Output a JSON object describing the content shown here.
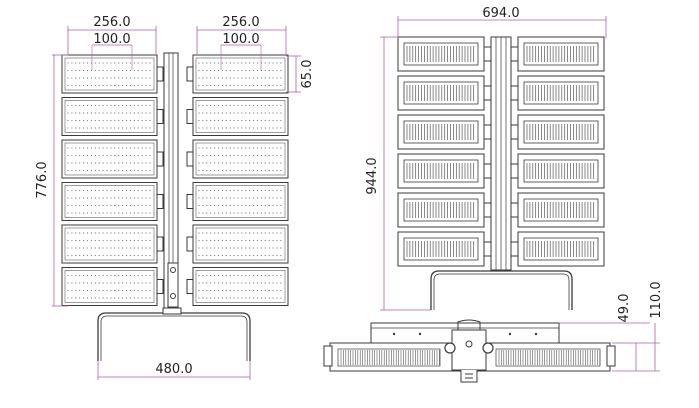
{
  "front_view": {
    "module_width": "256.0",
    "inner_width": "100.0",
    "module_height": "65.0",
    "total_height": "776.0",
    "bracket_width": "480.0"
  },
  "back_view": {
    "total_width": "694.0",
    "total_height": "944.0"
  },
  "side_view": {
    "height_small": "49.0",
    "height_large": "110.0"
  },
  "colors": {
    "line": "#3a3a3a",
    "dimension": "#b05fa8",
    "fill": "#ffffff"
  }
}
